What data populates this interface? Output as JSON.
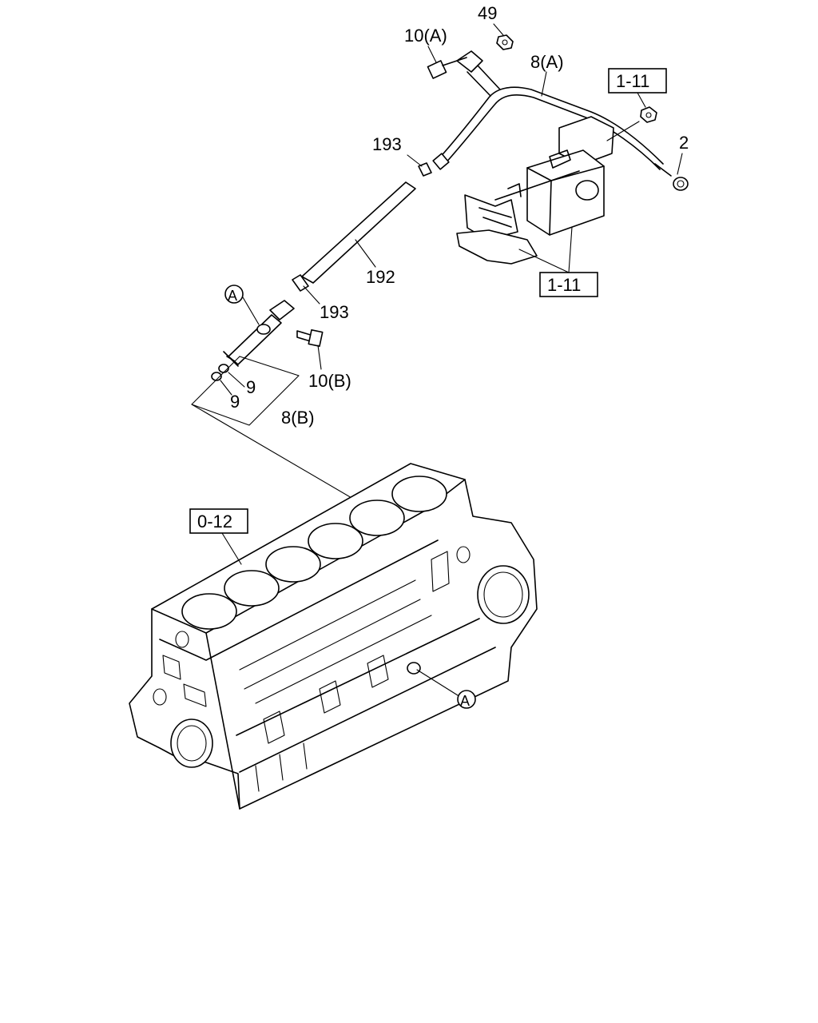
{
  "callouts": {
    "p49": "49",
    "p10a": "10(A)",
    "p8a": "8(A)",
    "p2": "2",
    "p193_top": "193",
    "p192": "192",
    "p193_mid": "193",
    "p10b": "10(B)",
    "p9_upper": "9",
    "p9_lower": "9",
    "p8b": "8(B)"
  },
  "refs": {
    "ref_1_11_top": "1-11",
    "ref_1_11_bottom": "1-11",
    "ref_0_12": "0-12"
  },
  "markers": {
    "marker_a_upper": "A",
    "marker_a_lower": "A"
  }
}
